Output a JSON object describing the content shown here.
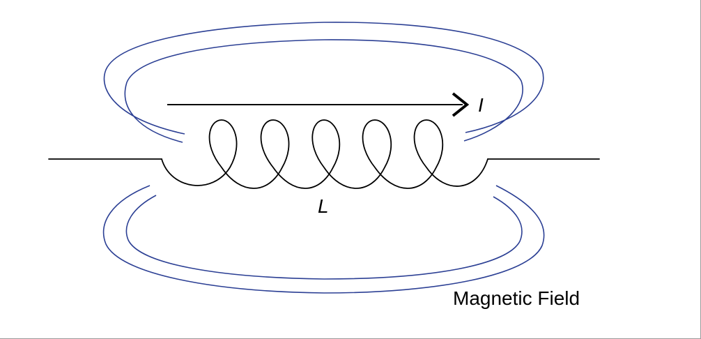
{
  "diagram": {
    "current_label": "I",
    "inductor_label": "L",
    "field_label": "Magnetic Field",
    "colors": {
      "field_lines": "#2b3f94",
      "wire": "#000000",
      "background": "#ffffff"
    }
  }
}
